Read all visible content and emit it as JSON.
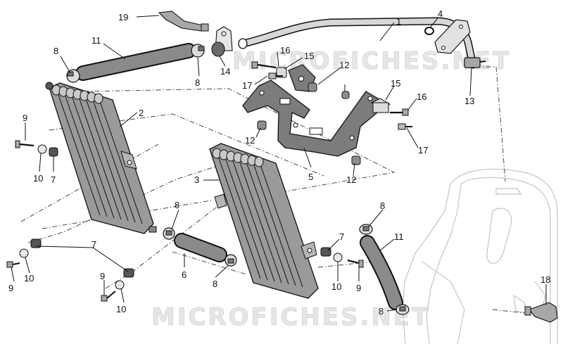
{
  "watermark": "MICROFICHES.NET",
  "colors": {
    "line": "#111111",
    "part_fill": "#a7a7a7",
    "part_dark": "#555555",
    "hose": "#8a8a8a",
    "frame_ghost": "#c4c4c4",
    "watermark": "#e6e6e6"
  },
  "callouts": [
    {
      "id": "c1",
      "text": "1"
    },
    {
      "id": "c2",
      "text": "2"
    },
    {
      "id": "c3",
      "text": "3"
    },
    {
      "id": "c4",
      "text": "4"
    },
    {
      "id": "c5",
      "text": "5"
    },
    {
      "id": "c6",
      "text": "6"
    },
    {
      "id": "c7a",
      "text": "7"
    },
    {
      "id": "c7b",
      "text": "7"
    },
    {
      "id": "c7c",
      "text": "7"
    },
    {
      "id": "c8a",
      "text": "8"
    },
    {
      "id": "c8b",
      "text": "8"
    },
    {
      "id": "c8c",
      "text": "8"
    },
    {
      "id": "c8d",
      "text": "8"
    },
    {
      "id": "c8e",
      "text": "8"
    },
    {
      "id": "c8f",
      "text": "8"
    },
    {
      "id": "c9a",
      "text": "9"
    },
    {
      "id": "c9b",
      "text": "9"
    },
    {
      "id": "c9c",
      "text": "9"
    },
    {
      "id": "c9d",
      "text": "9"
    },
    {
      "id": "c10a",
      "text": "10"
    },
    {
      "id": "c10b",
      "text": "10"
    },
    {
      "id": "c10c",
      "text": "10"
    },
    {
      "id": "c10d",
      "text": "10"
    },
    {
      "id": "c11a",
      "text": "11"
    },
    {
      "id": "c11b",
      "text": "11"
    },
    {
      "id": "c12a",
      "text": "12"
    },
    {
      "id": "c12b",
      "text": "12"
    },
    {
      "id": "c12c",
      "text": "12"
    },
    {
      "id": "c13",
      "text": "13"
    },
    {
      "id": "c14",
      "text": "14"
    },
    {
      "id": "c15a",
      "text": "15"
    },
    {
      "id": "c15b",
      "text": "15"
    },
    {
      "id": "c16a",
      "text": "16"
    },
    {
      "id": "c16b",
      "text": "16"
    },
    {
      "id": "c17a",
      "text": "17"
    },
    {
      "id": "c17b",
      "text": "17"
    },
    {
      "id": "c18",
      "text": "18"
    },
    {
      "id": "c19",
      "text": "19"
    }
  ]
}
